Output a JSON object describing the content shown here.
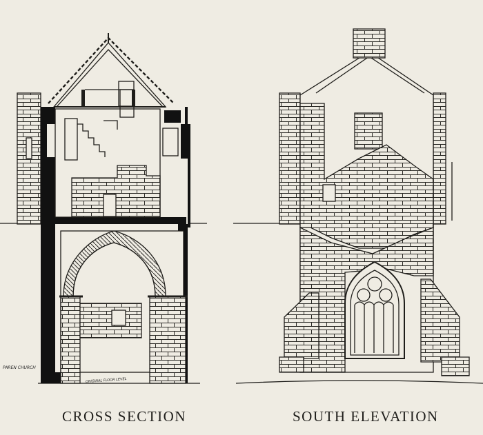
{
  "captions": {
    "left": "CROSS SECTION",
    "right": "SOUTH ELEVATION"
  },
  "annotations": {
    "church": "PAREN CHURCH",
    "floor": "ORIGINAL FLOOR LEVEL"
  },
  "colors": {
    "paper": "#efece3",
    "ink": "#1e1d1a"
  }
}
